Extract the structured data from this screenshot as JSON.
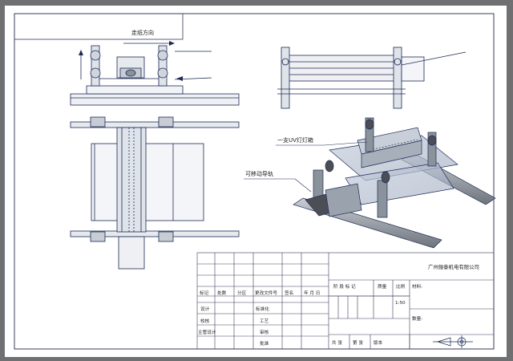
{
  "annotations": {
    "paper_direction": "走纸方向",
    "uv_lamp_box": "一支UV灯灯箱",
    "movable_rail": "可移动导轨"
  },
  "title_block": {
    "company": "广州俪泰机电有限公司",
    "header_row": [
      "标记",
      "处数",
      "分区",
      "更改文件号",
      "签名",
      "年 月 日"
    ],
    "stage_label": "阶 段 标 记",
    "weight_label": "质量",
    "scale_label": "比例",
    "scale_value": "1:50",
    "material_label": "材料:",
    "quantity_label": "数量:",
    "row_design": "设计",
    "row_standard": "标准化",
    "row_check": "校核",
    "row_process": "工艺",
    "row_supervisor": "主管设计",
    "row_review": "审核",
    "row_approve": "批准",
    "sheet_info": [
      "共 张",
      "第 张",
      "版本"
    ]
  },
  "colors": {
    "line": "#1d2a55",
    "frame": "#3b3b5a",
    "glass": "#b9c3d4",
    "metal": "#8a929c",
    "dark": "#4b4f55"
  }
}
